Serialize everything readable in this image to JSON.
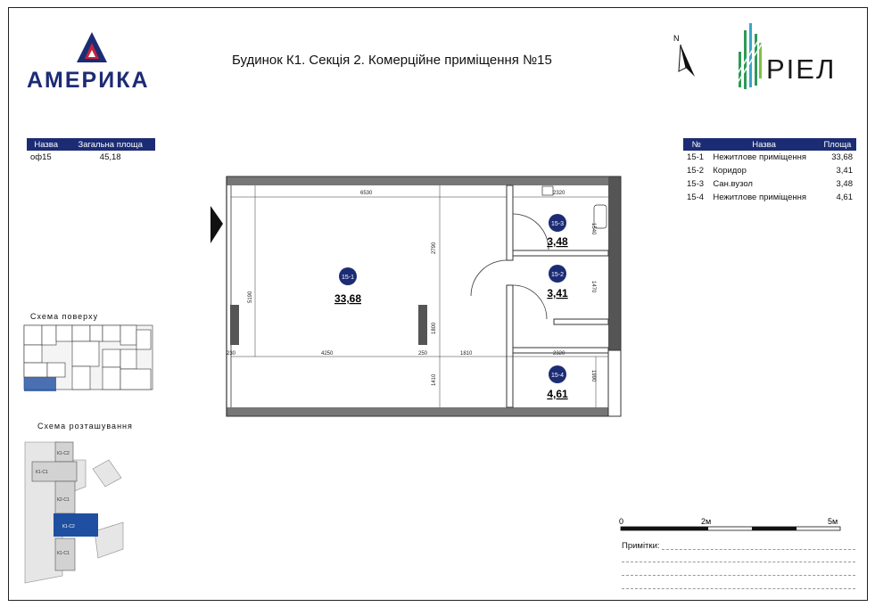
{
  "brand": {
    "left_logo_text": "АМЕРИКА",
    "right_logo_text": "РІЕЛ"
  },
  "title": "Будинок К1. Секція 2. Комерційне приміщення №15",
  "compass_label": "N",
  "summary_table": {
    "headers": [
      "Назва",
      "Загальна площа"
    ],
    "rows": [
      [
        "оф15",
        "45,18"
      ]
    ]
  },
  "rooms_table": {
    "headers": [
      "№",
      "Назва",
      "Площа"
    ],
    "rows": [
      [
        "15-1",
        "Нежитлове приміщення",
        "33,68"
      ],
      [
        "15-2",
        "Коридор",
        "3,41"
      ],
      [
        "15-3",
        "Сан.вузол",
        "3,48"
      ],
      [
        "15-4",
        "Нежитлове приміщення",
        "4,61"
      ]
    ]
  },
  "plan": {
    "rooms": [
      {
        "id": "15-1",
        "area": "33,68"
      },
      {
        "id": "15-2",
        "area": "3,41"
      },
      {
        "id": "15-3",
        "area": "3,48"
      },
      {
        "id": "15-4",
        "area": "4,61"
      }
    ],
    "dimensions": [
      "6530",
      "2320",
      "5190",
      "2790",
      "1800",
      "230",
      "4250",
      "250",
      "1810",
      "2320",
      "1410",
      "1540",
      "1470",
      "1990"
    ]
  },
  "floor_scheme_title": "Схема поверху",
  "site_scheme_title": "Схема розташування",
  "site_labels": [
    "К1-С2",
    "К1-С1",
    "К2-С1",
    "К1-С2",
    "К1-С1"
  ],
  "scale": {
    "labels": [
      "0",
      "2м",
      "5м"
    ]
  },
  "notes_label": "Примітки:",
  "colors": {
    "brand_blue": "#1c2c74",
    "brand_red": "#c4243a",
    "riel_green": "#2d9a55",
    "highlight_blue": "#1f4fa0"
  }
}
